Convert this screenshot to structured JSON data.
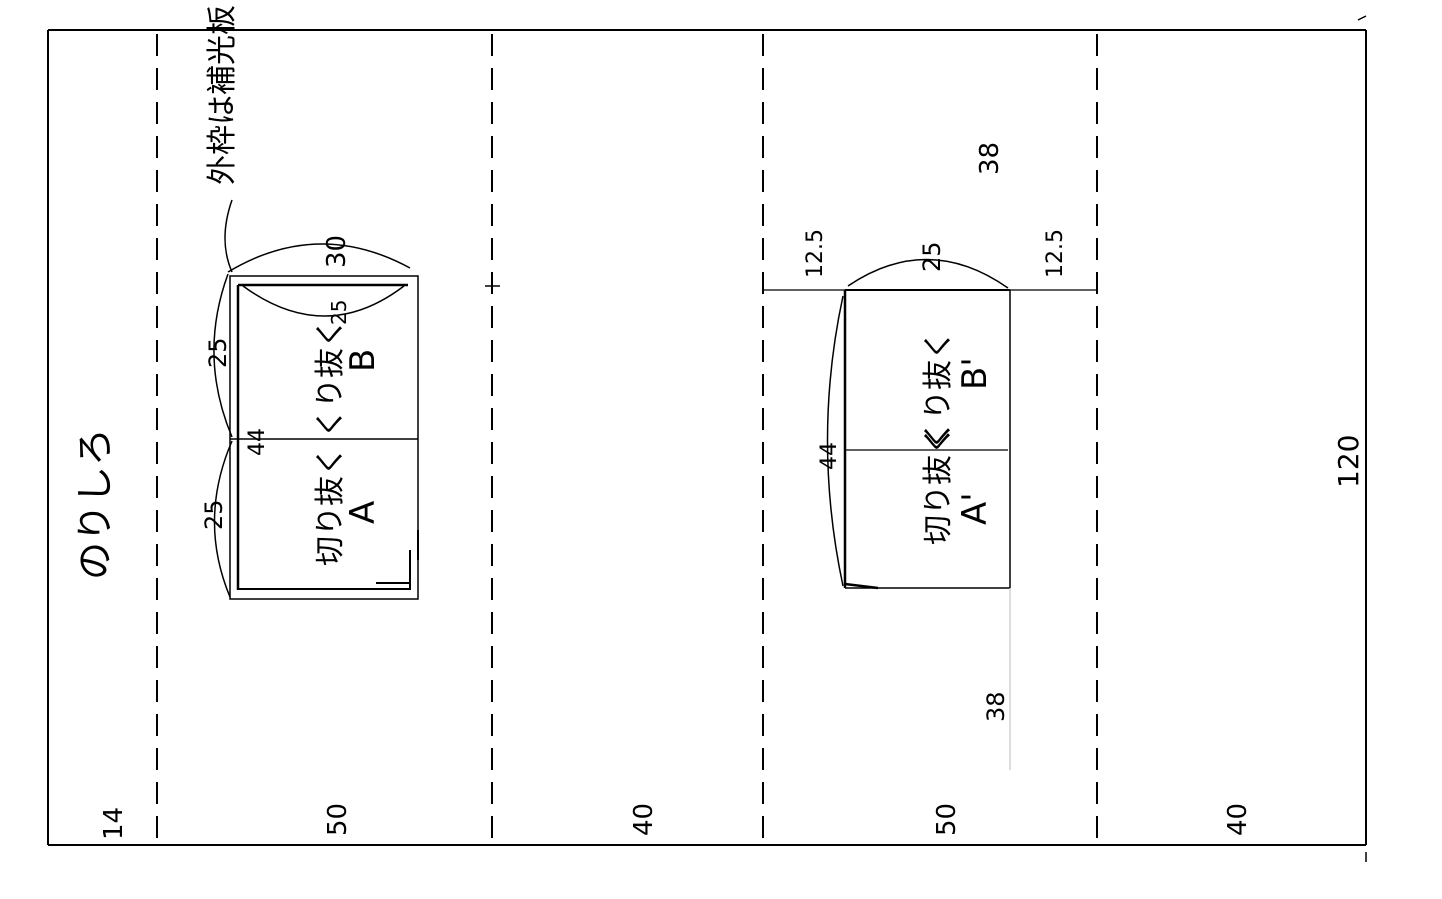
{
  "diagram": {
    "glue_label": "のりしろ",
    "panel_widths": [
      "14",
      "50",
      "40",
      "50",
      "40"
    ],
    "height_label": "120",
    "left_window": {
      "frame_note": "外枠は補光板",
      "outer_width": "30",
      "inner_width": "25",
      "upper_height": "25",
      "lower_height": "25",
      "split_height": "44",
      "upper_text": "くり抜く",
      "upper_letter": "B",
      "lower_text": "切り抜く",
      "lower_letter": "A"
    },
    "right_window": {
      "top_margin": "38",
      "bottom_margin": "38",
      "left_offset": "12.5",
      "right_offset": "12.5",
      "width": "25",
      "split_height": "44",
      "upper_text": "くり抜く",
      "upper_letter": "B'",
      "lower_text": "切り抜く",
      "lower_letter": "A'"
    },
    "colors": {
      "ink": "#000000",
      "paper": "#ffffff",
      "guide": "#bbbbbb"
    }
  }
}
